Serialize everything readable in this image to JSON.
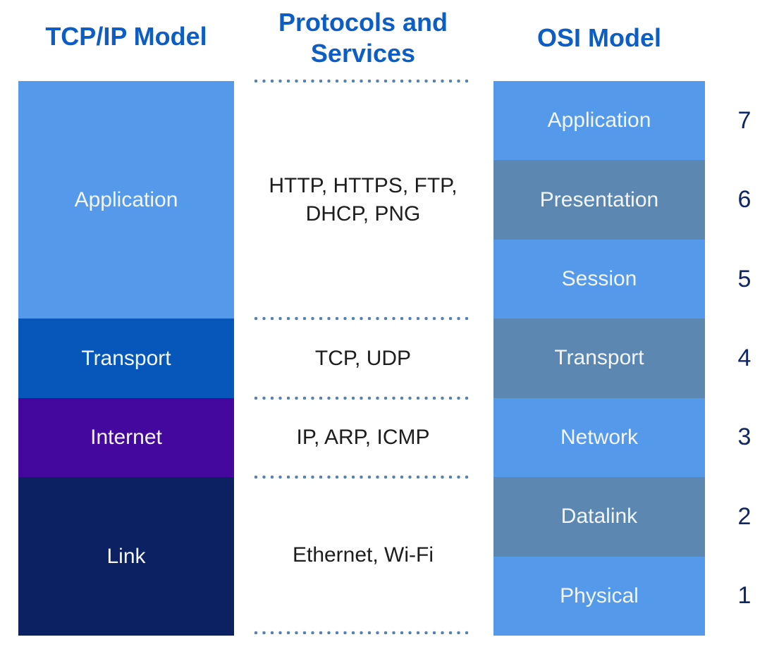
{
  "headers": {
    "tcpip": "TCP/IP Model",
    "protocols": "Protocols and Services",
    "osi": "OSI Model"
  },
  "tcpip": {
    "layers": [
      {
        "label": "Application",
        "color": "#5499EA"
      },
      {
        "label": "Transport",
        "color": "#0657B9"
      },
      {
        "label": "Internet",
        "color": "#45089E"
      },
      {
        "label": "Link",
        "color": "#0C2161"
      }
    ]
  },
  "protocols": {
    "rows": [
      {
        "text": "HTTP, HTTPS, FTP, DHCP, PNG"
      },
      {
        "text": "TCP, UDP"
      },
      {
        "text": "IP, ARP, ICMP"
      },
      {
        "text": "Ethernet, Wi-Fi"
      }
    ]
  },
  "osi": {
    "layers": [
      {
        "label": "Application",
        "number": "7",
        "color": "#5499EA"
      },
      {
        "label": "Presentation",
        "number": "6",
        "color": "#5B87B0"
      },
      {
        "label": "Session",
        "number": "5",
        "color": "#5499EA"
      },
      {
        "label": "Transport",
        "number": "4",
        "color": "#5B87B0"
      },
      {
        "label": "Network",
        "number": "3",
        "color": "#5499EA"
      },
      {
        "label": "Datalink",
        "number": "2",
        "color": "#5B87B0"
      },
      {
        "label": "Physical",
        "number": "1",
        "color": "#5499EA"
      }
    ]
  },
  "colors": {
    "header_text": "#0C5DC4",
    "number_text": "#102565",
    "dotted_separator": "#5581B5",
    "protocol_text": "#1D1D1D",
    "layer_label_text": "#F2F5FA",
    "background": "#FFFFFF"
  }
}
